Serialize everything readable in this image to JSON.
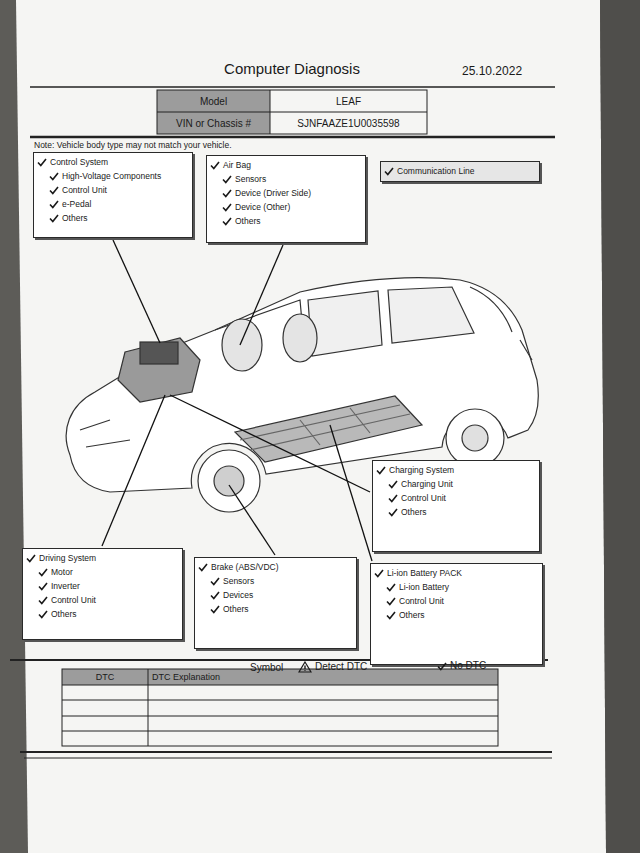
{
  "diagram": {
    "title": "Computer Diagnosis",
    "nodes": [
      {
        "text": [
          "Control System",
          "High-Voltage Components",
          "Control Unit",
          "e-Pedal",
          "Others"
        ]
      },
      {
        "text": [
          "Air Bag",
          "Sensors",
          "Device (Driver Side)",
          "Device (Other)",
          "Others"
        ]
      },
      {
        "text": [
          "Communication Line"
        ]
      },
      {
        "text": [
          "Charging System",
          "Charging Unit",
          "Control Unit",
          "Others"
        ]
      },
      {
        "text": [
          "Driving System",
          "Motor",
          "Inverter",
          "Control Unit",
          "Others"
        ]
      },
      {
        "text": [
          "Brake (ABS/VDC)",
          "Sensors",
          "Devices",
          "Others"
        ]
      },
      {
        "text": [
          "Li-ion Battery PACK",
          "Li-ion Battery",
          "Control Unit",
          "Others"
        ]
      }
    ],
    "labels": [
      "25.10.2022",
      "Model",
      "LEAF",
      "VIN or Chassis #",
      "SJNFAAZE1U0035598",
      "Note: Vehicle body type may not match your vehicle.",
      "Symbol",
      "DTC",
      "DTC Explanation"
    ],
    "legend": [
      {
        "text": "Detect DTC"
      },
      {
        "text": "No DTC"
      }
    ]
  }
}
